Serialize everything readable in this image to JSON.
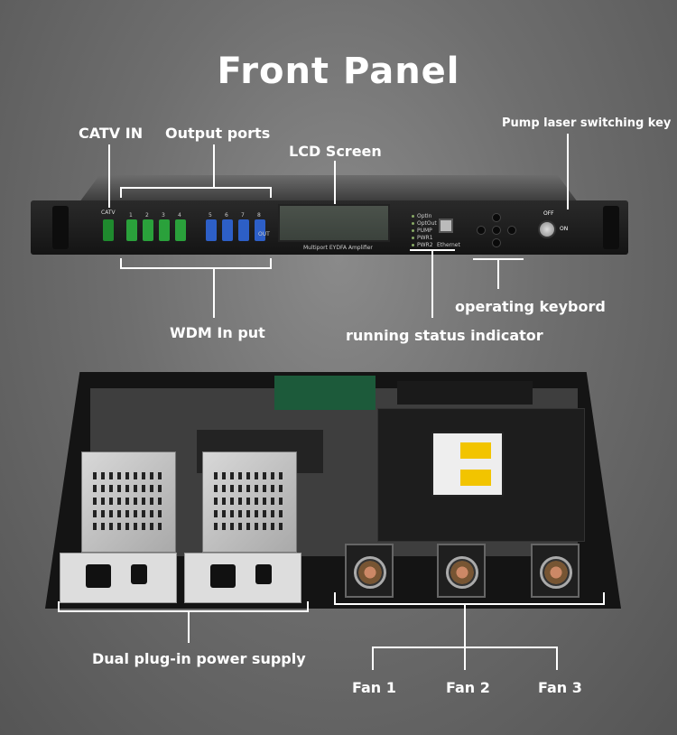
{
  "title": "Front Panel",
  "labels": {
    "catv_in": "CATV IN",
    "output_ports": "Output ports",
    "lcd_screen": "LCD Screen",
    "pump_key": "Pump laser switching key",
    "wdm_input": "WDM In put",
    "running_status": "running status indicator",
    "operating_keyboard": "operating keybord",
    "dual_power": "Dual plug-in power supply",
    "fan1": "Fan 1",
    "fan2": "Fan 2",
    "fan3": "Fan 3"
  },
  "panel": {
    "catv_tag": "CATV",
    "lcd_caption": "Multiport EYDFA Amplifier",
    "port_numbers": [
      "1",
      "2",
      "3",
      "4",
      "5",
      "6",
      "7",
      "8"
    ],
    "out_tag": "OUT",
    "indicators": [
      "OptIn",
      "OptOut",
      "PUMP",
      "PWR1",
      "PWR2"
    ],
    "ethernet": "Ethernet",
    "key_off": "OFF",
    "key_on": "ON"
  },
  "colors": {
    "catv_port": "#1f8a2e",
    "green_port": "#2aa13b",
    "blue_port": "#2d5fc7",
    "label": "#ffffff"
  }
}
